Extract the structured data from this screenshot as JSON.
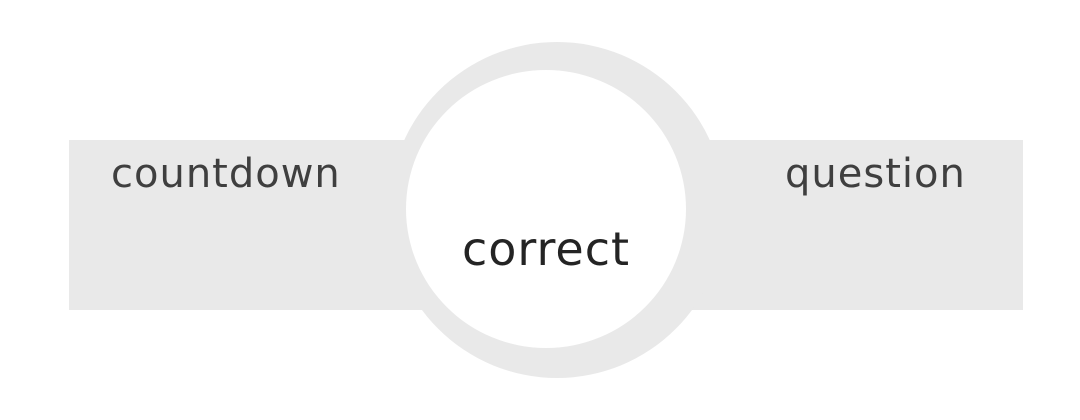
{
  "labels": {
    "left": "countdown",
    "center": "correct",
    "right": "question"
  },
  "colors": {
    "band": "#e9e9e9",
    "center_fill": "#ffffff",
    "side_text": "#3f3f3f",
    "center_text": "#242424"
  }
}
